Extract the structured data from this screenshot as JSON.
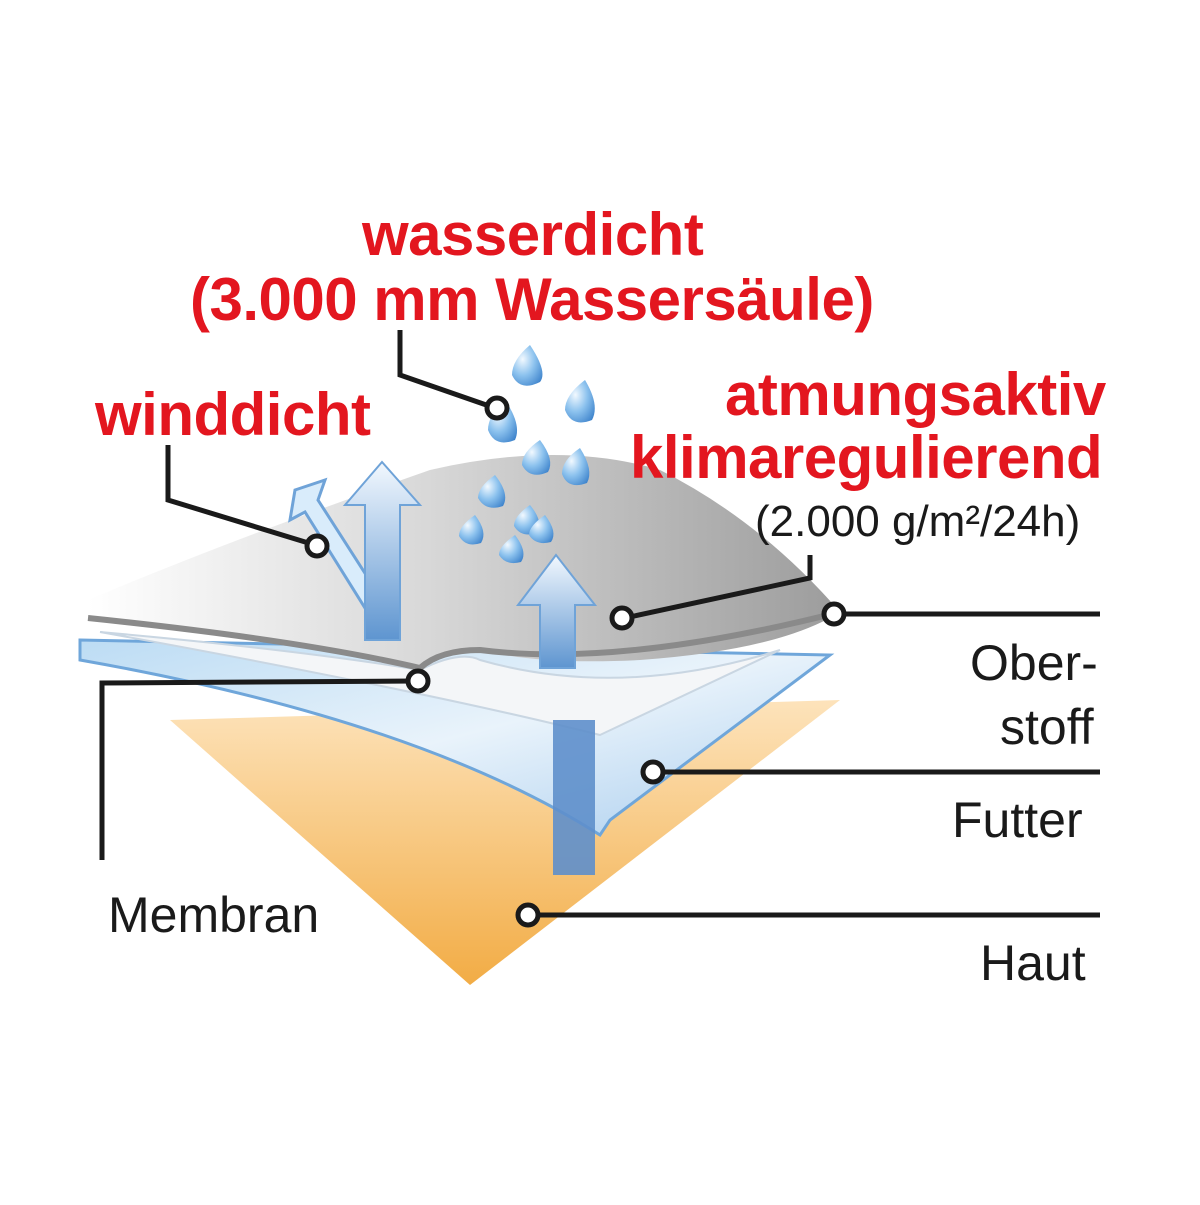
{
  "labels": {
    "waterproof_line1": "wasserdicht",
    "waterproof_line2": "(3.000 mm Wassersäule)",
    "windproof": "winddicht",
    "breathable_line1": "atmungsaktiv",
    "breathable_line2": "klimaregulierend",
    "breathable_line3": "(2.000 g/m²/24h)",
    "outer_fabric_line1": "Ober-",
    "outer_fabric_line2": "stoff",
    "lining": "Futter",
    "membrane": "Membran",
    "skin": "Haut"
  },
  "colors": {
    "accent_red": "#e3161f",
    "outer_fabric_gray": "#9a9a9a",
    "membrane_white": "#f4f6f8",
    "lining_blue": "#9fc8ec",
    "skin_orange": "#f4b24c",
    "arrow_blue": "#6fa3d8",
    "leader_line": "#1a1a1a"
  },
  "icons": [
    "water-drop-icon",
    "up-arrow-icon",
    "wind-arrow-icon"
  ]
}
